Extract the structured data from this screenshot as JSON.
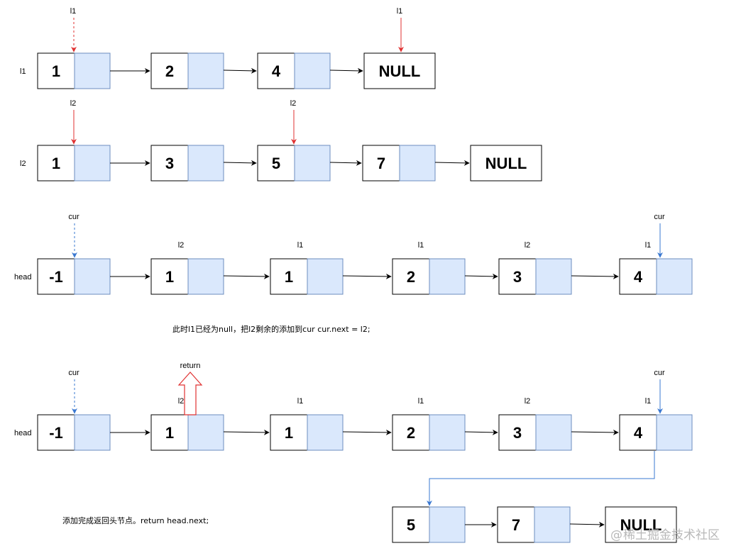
{
  "colors": {
    "node_value_fill": "#ffffff",
    "node_next_fill": "#dae8fc",
    "stroke": "#000000",
    "next_stroke": "#6c8ebf",
    "red_pointer": "#e03131",
    "blue_pointer": "#3a78d1",
    "return_arrow": "#e03131",
    "watermark": "#b8b8b8"
  },
  "section1": {
    "list_l1": {
      "row_label": "l1",
      "values": [
        "1",
        "2",
        "4",
        "NULL"
      ],
      "pointers": [
        {
          "label": "l1",
          "node": 0,
          "style": "dashed-red"
        },
        {
          "label": "l1",
          "node": 3,
          "style": "solid-red"
        }
      ]
    },
    "list_l2": {
      "row_label": "l2",
      "values": [
        "1",
        "3",
        "5",
        "7",
        "NULL"
      ],
      "pointers": [
        {
          "label": "l2",
          "node": 0,
          "style": "solid-red"
        },
        {
          "label": "l2",
          "node": 2,
          "style": "solid-red"
        }
      ]
    }
  },
  "section2": {
    "row_label": "head",
    "values": [
      "-1",
      "1",
      "1",
      "2",
      "3",
      "4"
    ],
    "source_labels": [
      "",
      "l2",
      "l1",
      "l1",
      "l2",
      "l1"
    ],
    "pointers": [
      {
        "label": "cur",
        "node": 0,
        "style": "dashed-blue"
      },
      {
        "label": "cur",
        "node": 5,
        "style": "solid-blue"
      }
    ],
    "note": "此时l1已经为null，把l2剩余的添加到cur cur.next = l2;"
  },
  "section3": {
    "row_label": "head",
    "values": [
      "-1",
      "1",
      "1",
      "2",
      "3",
      "4"
    ],
    "source_labels": [
      "",
      "l2",
      "l1",
      "l1",
      "l2",
      "l1"
    ],
    "pointers": [
      {
        "label": "cur",
        "node": 0,
        "style": "dashed-blue"
      },
      {
        "label": "cur",
        "node": 5,
        "style": "solid-blue"
      }
    ],
    "return_label": "return",
    "tail_values": [
      "5",
      "7",
      "NULL"
    ],
    "note": "添加完成返回头节点。return head.next;"
  },
  "watermark": {
    "at": "@",
    "text": "稀土掘金技术社区"
  }
}
